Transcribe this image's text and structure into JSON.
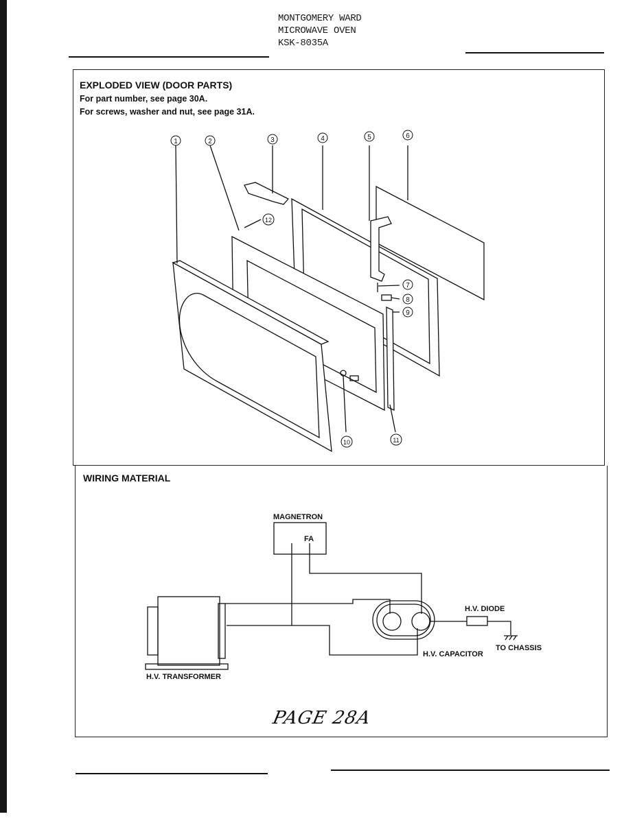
{
  "header": {
    "line1": "MONTGOMERY WARD",
    "line2": "MICROWAVE OVEN",
    "line3": "KSK-8035A"
  },
  "exploded": {
    "title": "EXPLODED VIEW (DOOR PARTS)",
    "note1": "For part number, see page 30A.",
    "note2": "For screws, washer and nut, see page  31A.",
    "callouts": [
      "1",
      "2",
      "3",
      "4",
      "5",
      "6",
      "7",
      "8",
      "9",
      "10",
      "11",
      "12"
    ]
  },
  "wiring": {
    "title": "WIRING MATERIAL",
    "magnetron": "MAGNETRON",
    "fa": "FA",
    "transformer": "H.V. TRANSFORMER",
    "capacitor": "H.V. CAPACITOR",
    "diode": "H.V. DIODE",
    "chassis": "TO CHASSIS"
  },
  "footer": {
    "page_handwritten": "PAGE 28A"
  }
}
